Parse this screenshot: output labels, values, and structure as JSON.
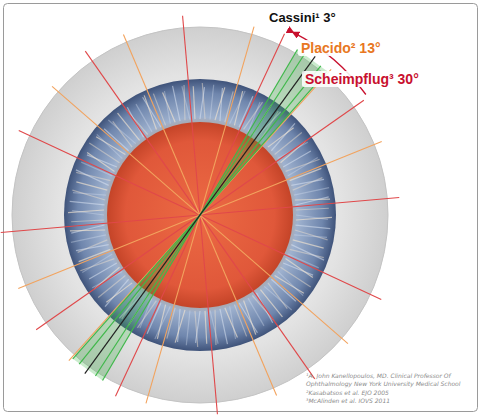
{
  "diagram": {
    "labels": [
      "Cassini¹ 3°",
      "Placido² 13°",
      "Scheimpflug³ 30°",
      "¹A. John Kanellopoulos, MD. Clinical Professor Of Ophthalmology New York University Medical School",
      "²Kasabatsos et al. EJO 2005",
      "³McAlinden et al. IOVS 2011"
    ]
  }
}
